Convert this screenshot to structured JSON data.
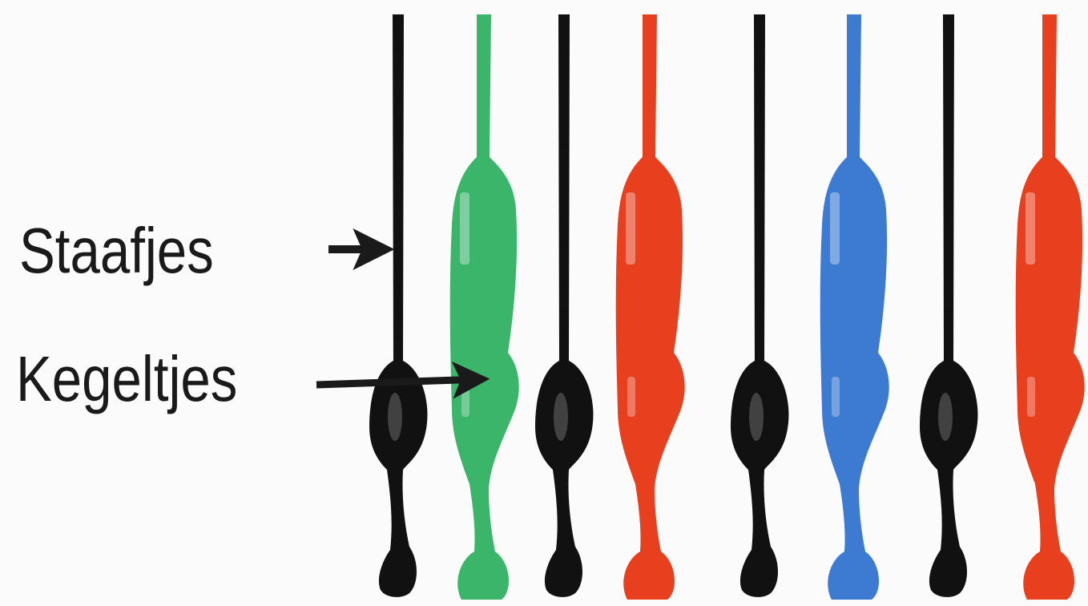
{
  "labels": {
    "rods": "Staafjes",
    "cones": "Kegeltjes"
  },
  "cells": [
    {
      "kind": "rod",
      "color": "#111111"
    },
    {
      "kind": "cone",
      "color": "#3bb56a"
    },
    {
      "kind": "rod",
      "color": "#111111"
    },
    {
      "kind": "cone",
      "color": "#e8401f"
    },
    {
      "kind": "rod",
      "color": "#111111"
    },
    {
      "kind": "cone",
      "color": "#3d7ad1"
    },
    {
      "kind": "rod",
      "color": "#111111"
    },
    {
      "kind": "cone",
      "color": "#e8401f"
    }
  ],
  "colors": {
    "background": "#fbfbfb",
    "text": "#1a1a1a",
    "rod": "#111111",
    "cone_green": "#3bb56a",
    "cone_red": "#e8401f",
    "cone_blue": "#3d7ad1"
  }
}
